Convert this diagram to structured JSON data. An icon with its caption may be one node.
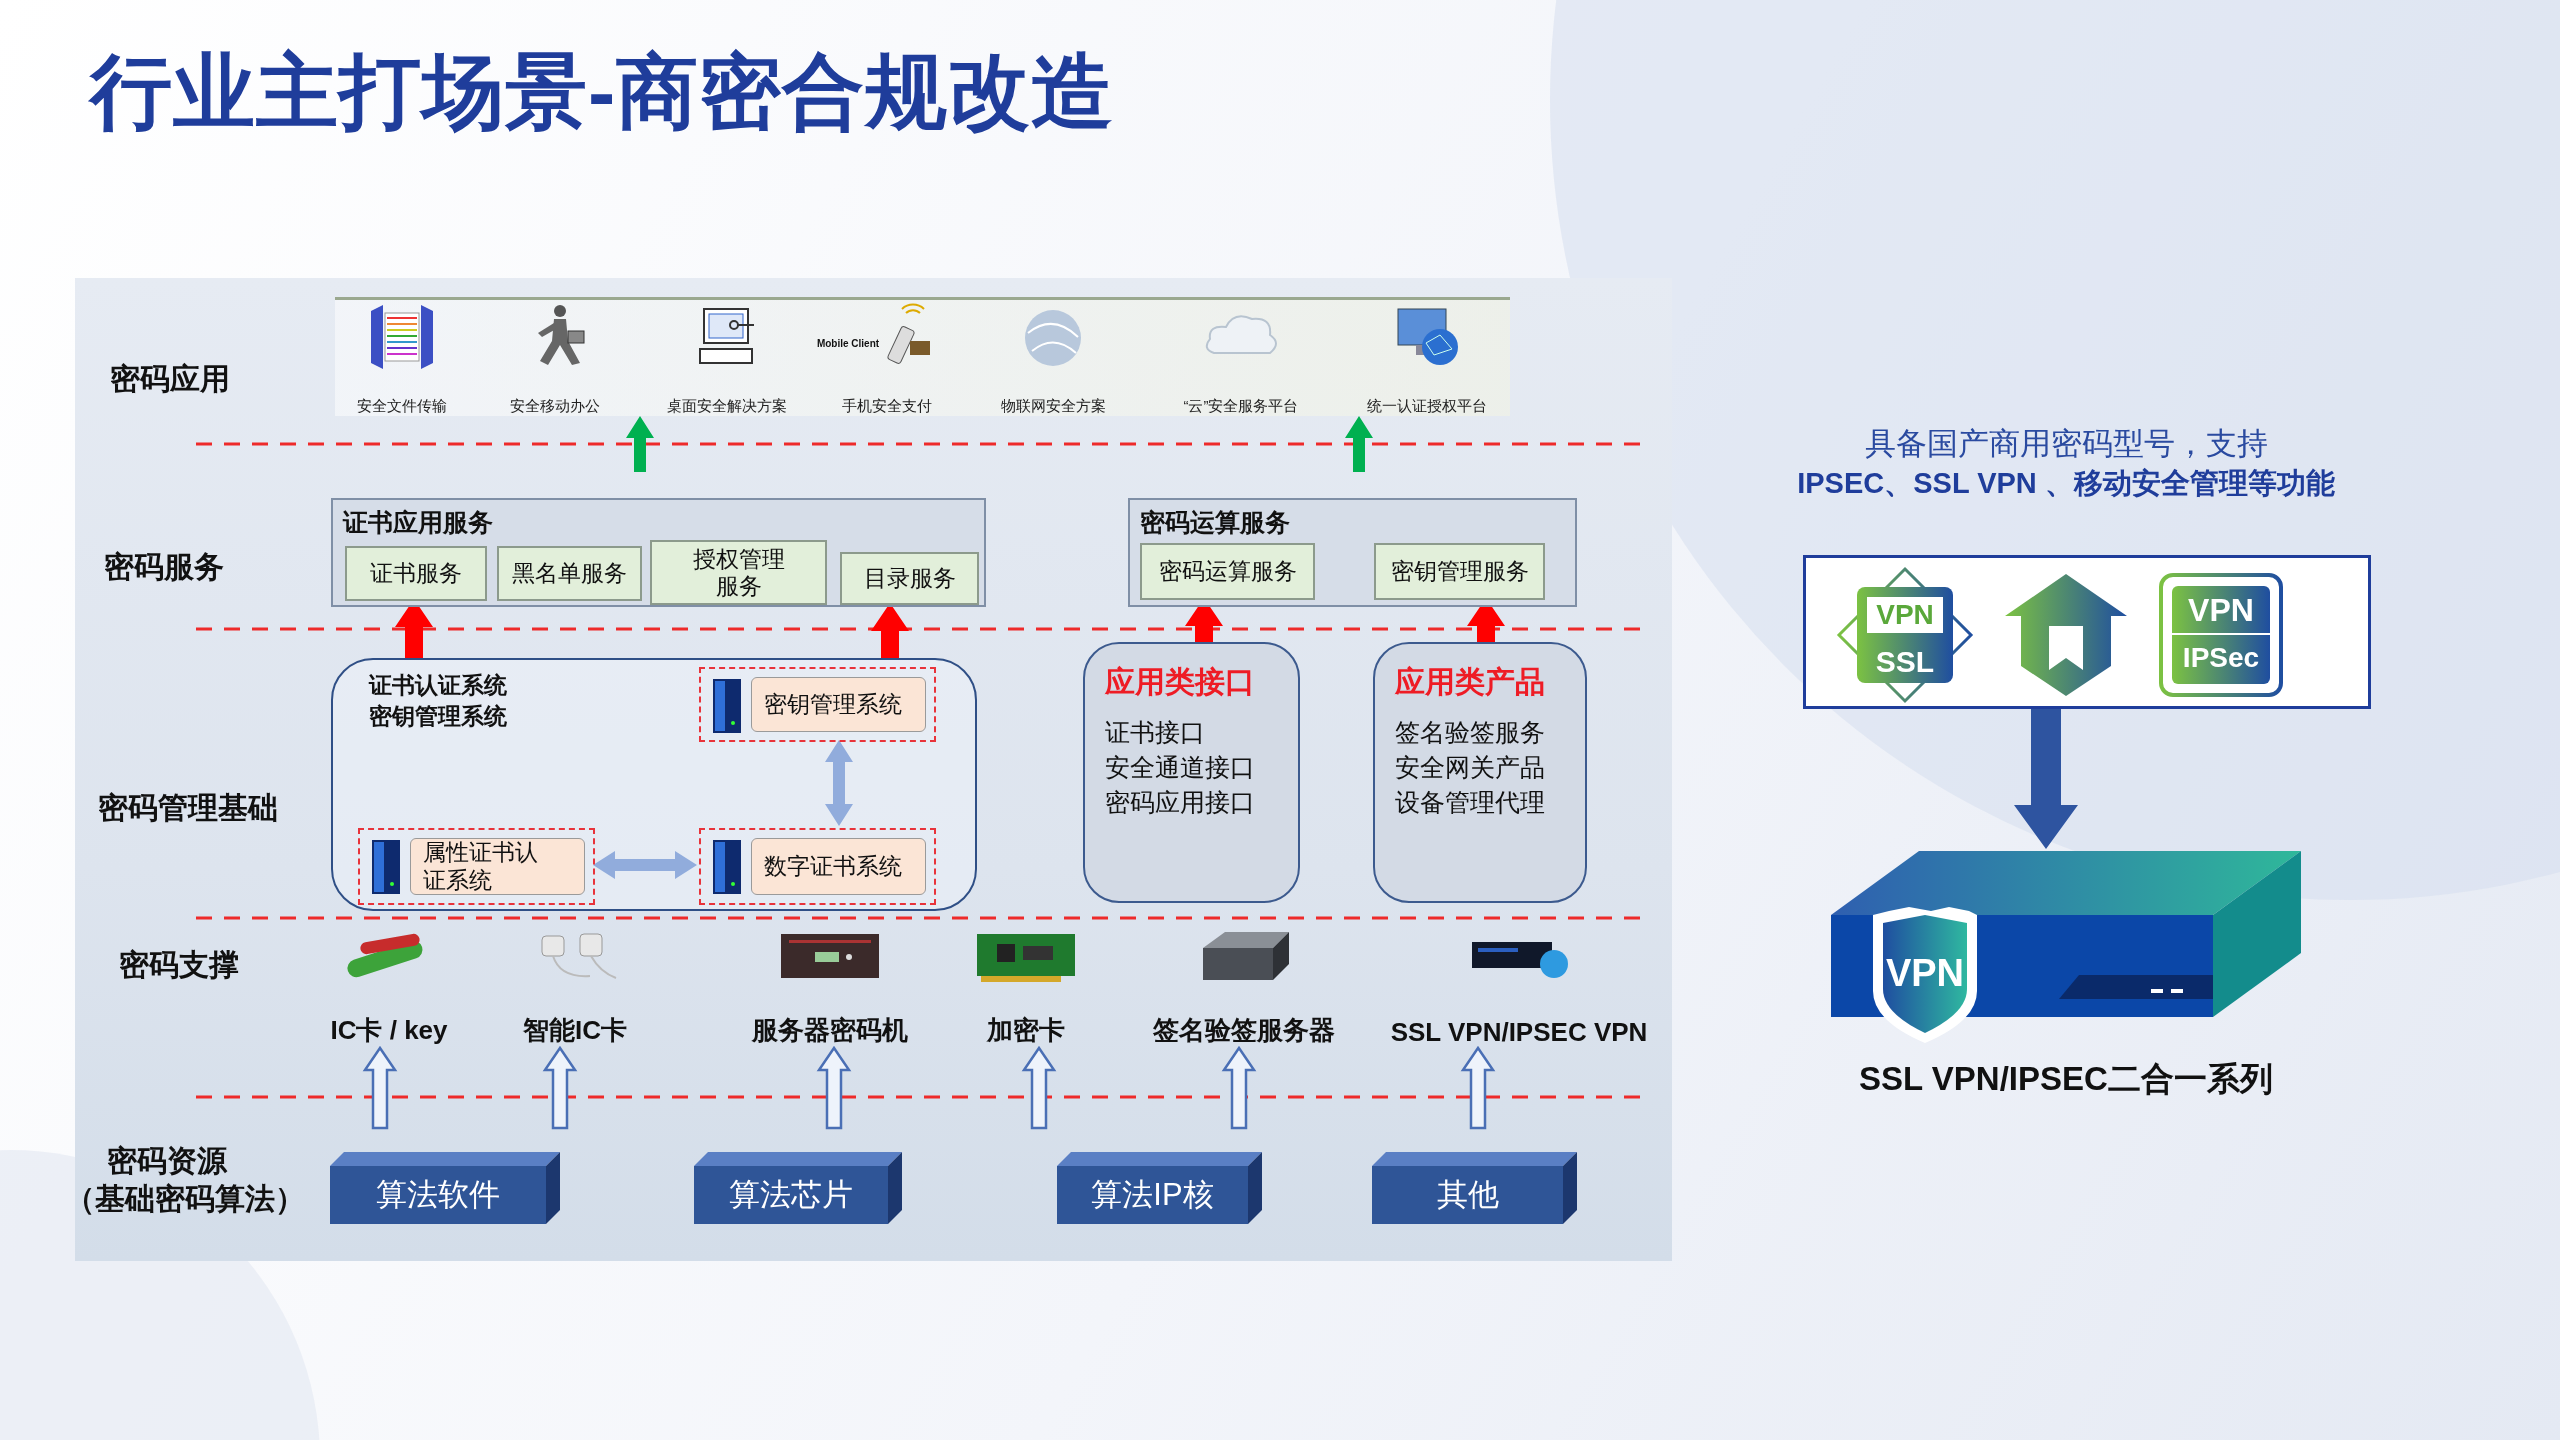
{
  "diagram": {
    "title": "行业主打场景-商密合规改造",
    "nodes": [
      {
        "text": [],
        "shape": "box"
      },
      {
        "text": [
          "安全文件传输"
        ],
        "in": 0
      },
      {
        "text": [
          "安全移动办公"
        ],
        "in": 0
      },
      {
        "text": [
          "桌面安全解决方案"
        ],
        "in": 0
      },
      {
        "text": [
          "Mobile Client",
          "手机安全支付"
        ],
        "in": 0
      },
      {
        "text": [
          "物联网安全方案"
        ],
        "in": 0
      },
      {
        "text": [
          "“云”安全服务平台"
        ],
        "in": 0
      },
      {
        "text": [
          "统一认证授权平台"
        ],
        "in": 0
      },
      {
        "text": [
          "证书应用服务"
        ]
      },
      {
        "text": [
          "证书服务"
        ],
        "in": 8
      },
      {
        "text": [
          "黑名单服务"
        ],
        "in": 8
      },
      {
        "text": [
          "授权管理服务"
        ],
        "in": 8
      },
      {
        "text": [
          "目录服务"
        ],
        "in": 8
      },
      {
        "text": [
          "密码运算服务"
        ]
      },
      {
        "text": [
          "密码运算服务"
        ],
        "in": 13
      },
      {
        "text": [
          "密钥管理服务"
        ],
        "in": 13
      },
      {
        "text": [
          "证书认证系统",
          "密钥管理系统"
        ]
      },
      {
        "text": [
          "密钥管理系统"
        ],
        "in": 16
      },
      {
        "text": [
          "属性证书认证系统"
        ],
        "in": 16
      },
      {
        "text": [
          "数字证书系统"
        ],
        "in": 16
      },
      {
        "text": [
          "应用类接口",
          "证书接口",
          "安全通道接口",
          "密码应用接口"
        ]
      },
      {
        "text": [
          "应用类产品",
          "签名验签服务",
          "安全网关产品",
          "设备管理代理"
        ]
      },
      {
        "text": [
          "IC卡 / key"
        ]
      },
      {
        "text": [
          "智能IC卡"
        ]
      },
      {
        "text": [
          "服务器密码机"
        ]
      },
      {
        "text": [
          "加密卡"
        ]
      },
      {
        "text": [
          "签名验签服务器"
        ]
      },
      {
        "text": [
          "SSL VPN/IPSEC VPN"
        ]
      },
      {
        "text": [
          "算法软件"
        ]
      },
      {
        "text": [
          "算法芯片"
        ]
      },
      {
        "text": [
          "算法IP核"
        ]
      },
      {
        "text": [
          "其他"
        ]
      },
      {
        "text": [
          "VPN",
          "SSL",
          "VPN",
          "IPSec"
        ]
      },
      {
        "text": [
          "VPN"
        ],
        "beside": [
          "SSL VPN/IPSEC二合一系列"
        ]
      }
    ],
    "edges": [
      {
        "from": null,
        "to": 0,
        "arrow": "to",
        "style": "thick",
        "color": "#00b050"
      },
      {
        "from": null,
        "to": 0,
        "arrow": "to",
        "style": "thick",
        "color": "#00b050"
      },
      {
        "from": 16,
        "to": 9,
        "arrow": "to",
        "style": "thick",
        "color": "#ff0000"
      },
      {
        "from": 16,
        "to": 12,
        "arrow": "to",
        "style": "thick",
        "color": "#ff0000"
      },
      {
        "from": 20,
        "to": 14,
        "arrow": "to",
        "style": "thick",
        "color": "#ff0000"
      },
      {
        "from": 21,
        "to": 15,
        "arrow": "to",
        "style": "thick",
        "color": "#ff0000"
      },
      {
        "from": 17,
        "to": 19,
        "arrow": "both",
        "style": "thick",
        "color": "#4472c4"
      },
      {
        "from": 18,
        "to": 19,
        "arrow": "both",
        "style": "thick",
        "color": "#4472c4"
      },
      {
        "from": null,
        "to": 22,
        "arrow": "to"
      },
      {
        "from": null,
        "to": 23,
        "arrow": "to"
      },
      {
        "from": null,
        "to": 24,
        "arrow": "to"
      },
      {
        "from": null,
        "to": 25,
        "arrow": "to"
      },
      {
        "from": null,
        "to": 26,
        "arrow": "to"
      },
      {
        "from": null,
        "to": 27,
        "arrow": "to"
      },
      {
        "from": 32,
        "to": 33,
        "arrow": "to",
        "style": "thick",
        "color": "#2e54a0"
      }
    ],
    "labels": [
      "密码应用",
      "密码服务",
      "密码管理基础",
      "密码支撑",
      "密码资源",
      "（基础密码算法）",
      "具备国产商用密码型号，支持",
      "IPSEC、SSL VPN 、移动安全管理等功能"
    ]
  }
}
